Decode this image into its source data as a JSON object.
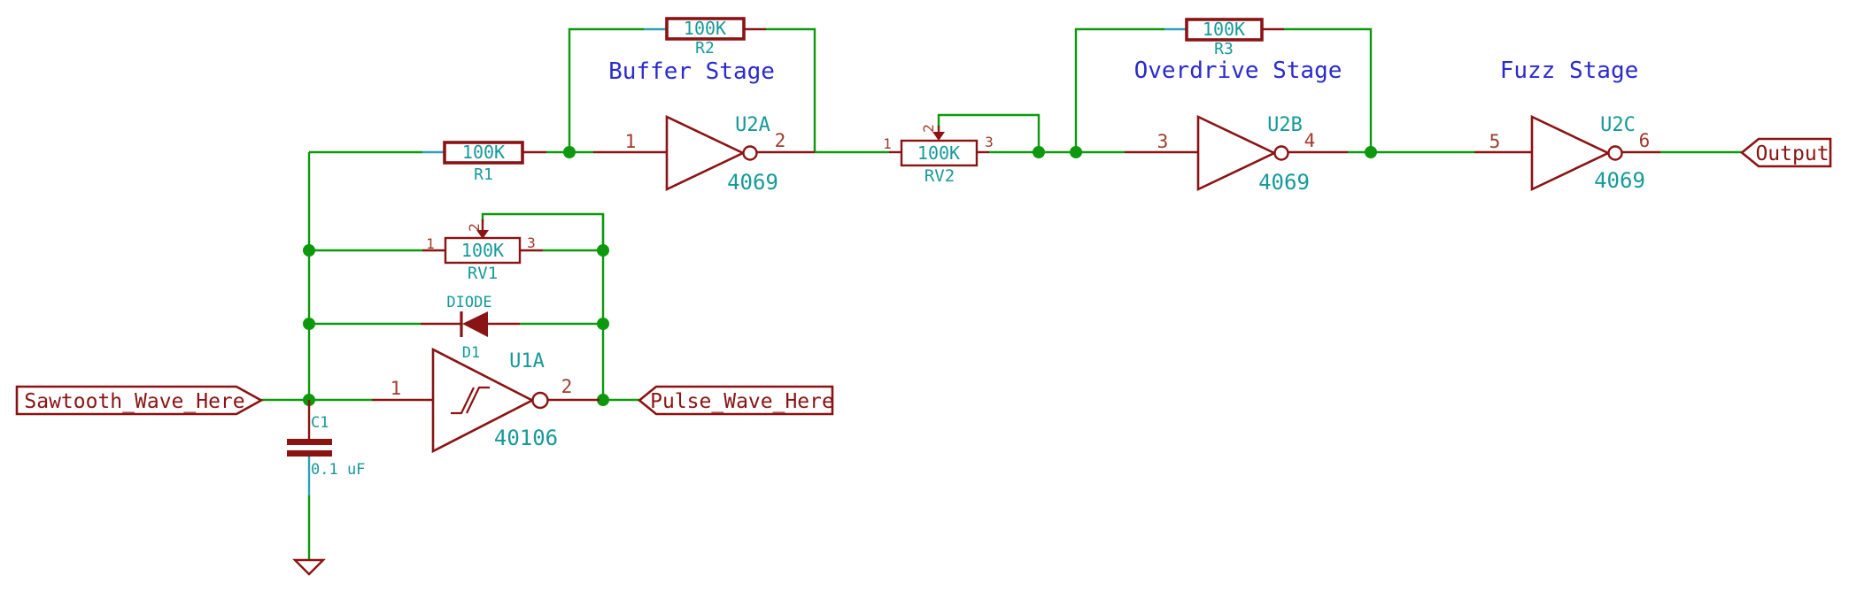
{
  "schematic": {
    "stages": {
      "buffer": "Buffer Stage",
      "overdrive": "Overdrive Stage",
      "fuzz": "Fuzz Stage"
    },
    "net_labels": {
      "input": "Sawtooth_Wave_Here",
      "pulse": "Pulse_Wave_Here",
      "output": "Output"
    },
    "components": {
      "R1": {
        "ref": "R1",
        "value": "100K"
      },
      "R2": {
        "ref": "R2",
        "value": "100K"
      },
      "R3": {
        "ref": "R3",
        "value": "100K"
      },
      "RV1": {
        "ref": "RV1",
        "value": "100K",
        "pin1": "1",
        "pin2": "2",
        "pin3": "3"
      },
      "RV2": {
        "ref": "RV2",
        "value": "100K",
        "pin1": "1",
        "pin2": "2",
        "pin3": "3"
      },
      "C1": {
        "ref": "C1",
        "value": "0.1 uF"
      },
      "D1": {
        "ref": "D1",
        "value": "DIODE"
      },
      "U1A": {
        "ref": "U1A",
        "value": "40106",
        "pin_in": "1",
        "pin_out": "2"
      },
      "U2A": {
        "ref": "U2A",
        "value": "4069",
        "pin_in": "1",
        "pin_out": "2"
      },
      "U2B": {
        "ref": "U2B",
        "value": "4069",
        "pin_in": "3",
        "pin_out": "4"
      },
      "U2C": {
        "ref": "U2C",
        "value": "4069",
        "pin_in": "5",
        "pin_out": "6"
      }
    },
    "colors": {
      "wire_green": "#0D990D",
      "component_maroon": "#8A1313",
      "value_teal": "#169999",
      "note_blue": "#2A2ACF",
      "pin_number_brown": "#9E3B2B",
      "alt_pin_lead_cyan": "#2FA0B5",
      "background": "#FFFFFF"
    }
  }
}
